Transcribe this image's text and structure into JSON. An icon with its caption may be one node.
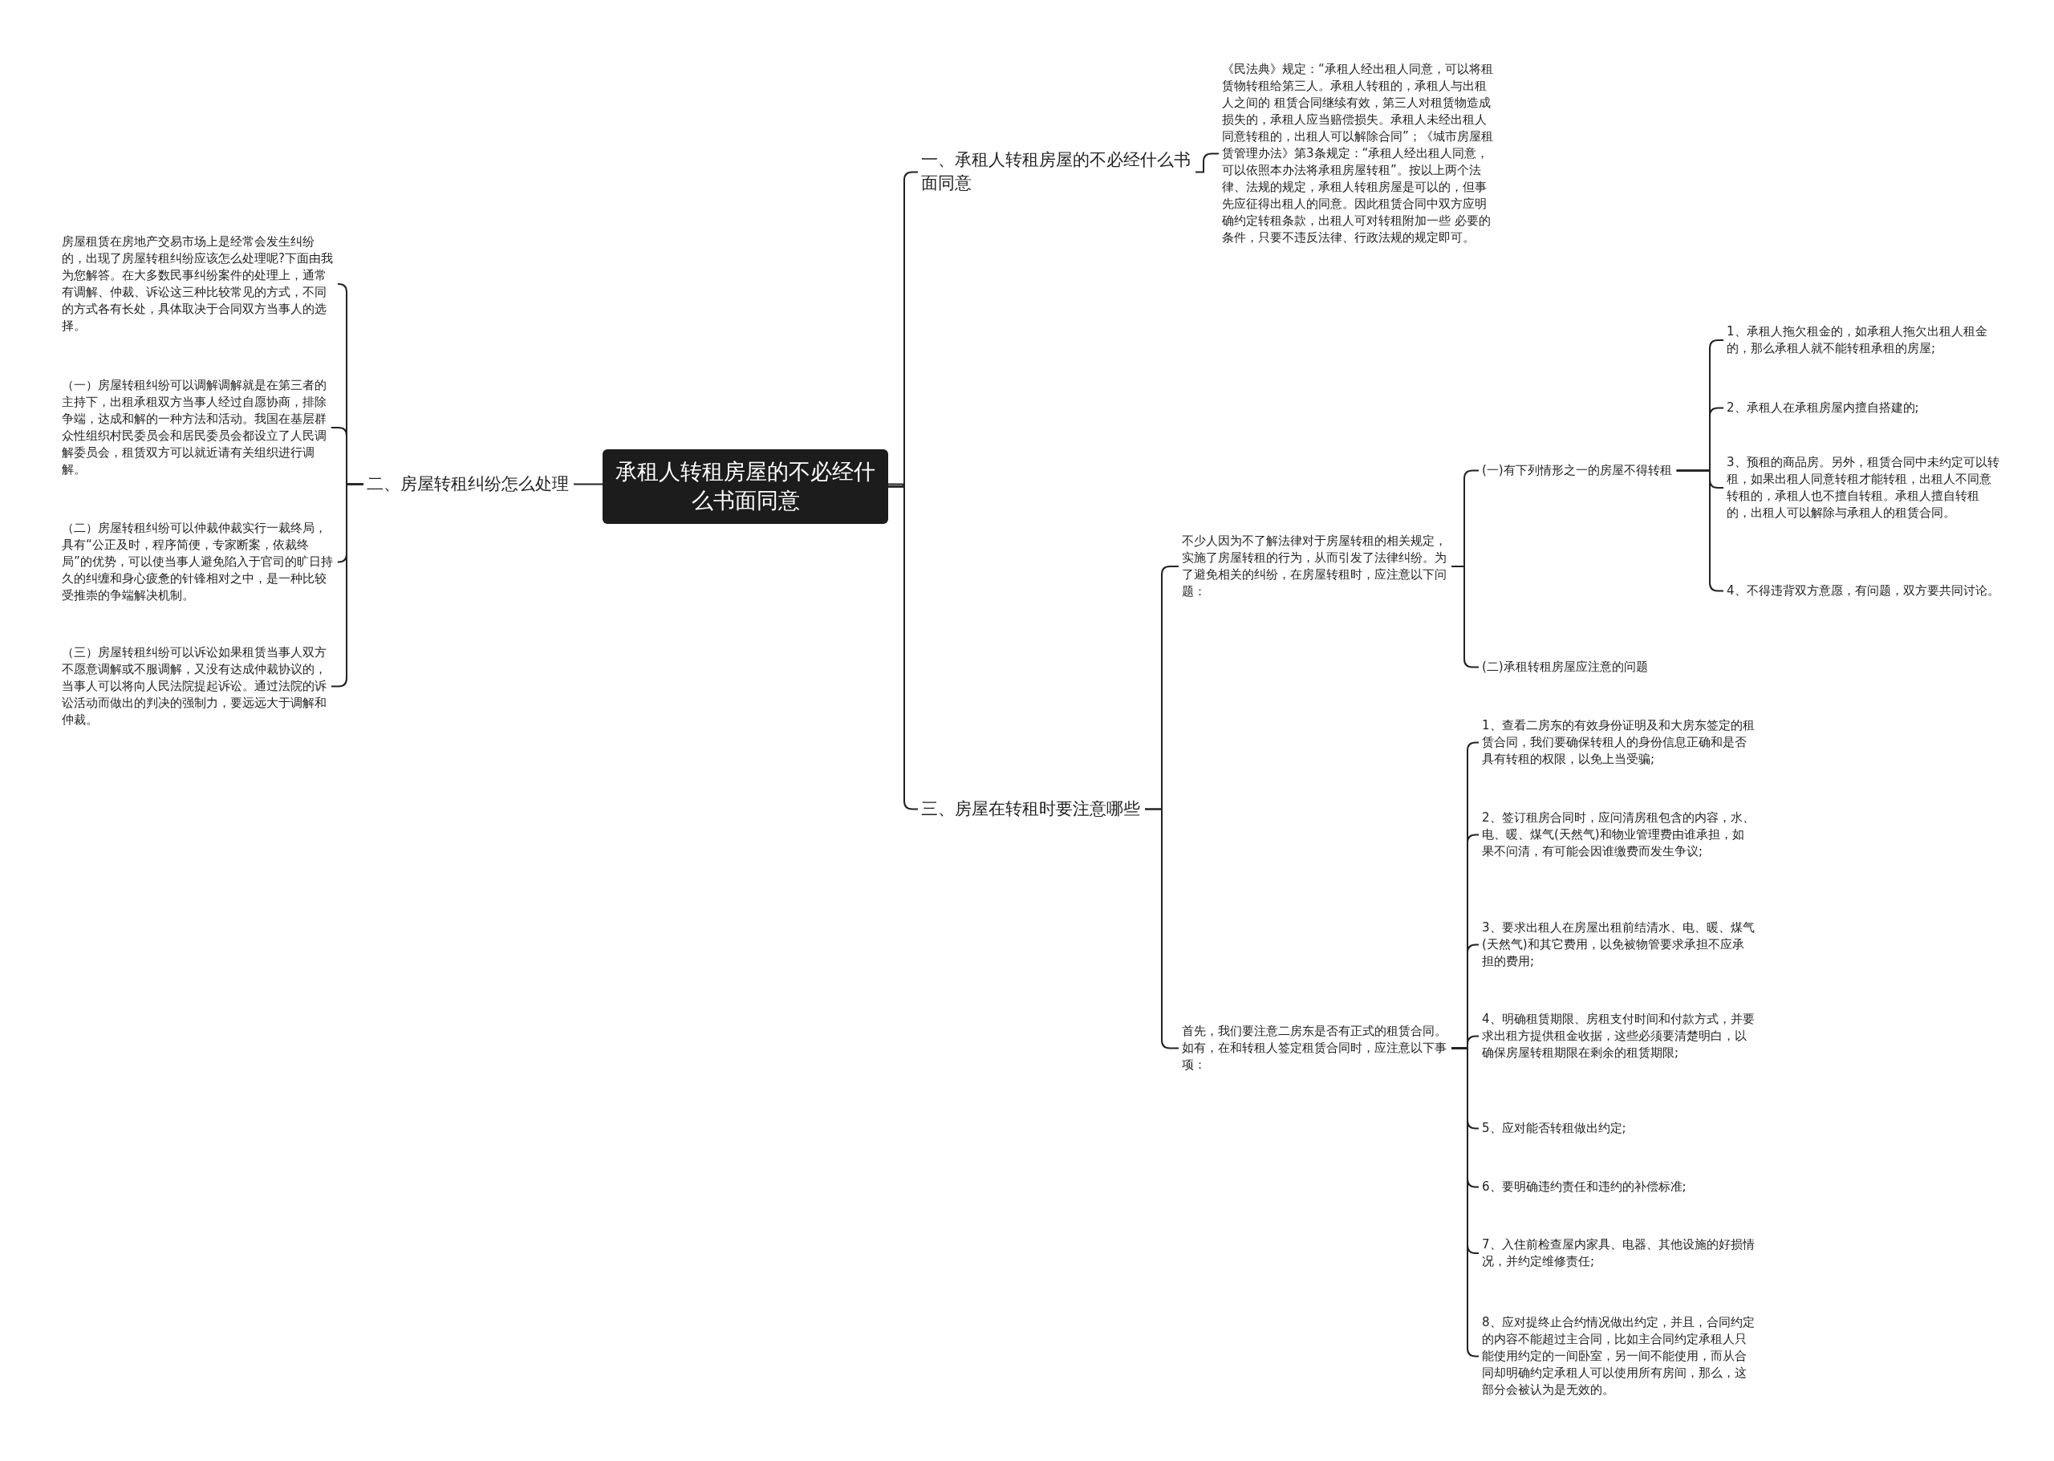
{
  "diagram": {
    "nodes": [
      {
        "text": [
          "承租人转租房屋的不必经什么书面同意"
        ]
      },
      {
        "text": [
          "一、承租人转租房屋的不必经什么书面同意"
        ]
      },
      {
        "text": [
          "《民法典》规定：“承租人经出租人同意，可以将租赁物转租给第三人。承租人转租的，承租人与出租人之间的 租赁合同继续有效，第三人对租赁物造成损失的，承租人应当赔偿损失。承租人未经出租人同意转租的，出租人可以解除合同”；《城市房屋租赁管理办法》第3条规定：“承租人经出租人同意，可以依照本办法将承租房屋转租”。按以上两个法律、法规的规定，承租人转租房屋是可以的，但事先应征得出租人的同意。因此租赁合同中双方应明确约定转租条款，出租人可对转租附加一些 必要的条件，只要不违反法律、行政法规的规定即可。"
        ]
      },
      {
        "text": [
          "二、房屋转租纠纷怎么处理"
        ]
      },
      {
        "text": [
          "房屋租赁在房地产交易市场上是经常会发生纠纷的，出现了房屋转租纠纷应该怎么处理呢?下面由我为您解答。在大多数民事纠纷案件的处理上，通常有调解、仲裁、诉讼这三种比较常见的方式，不同的方式各有长处，具体取决于合同双方当事人的选择。"
        ]
      },
      {
        "text": [
          "（一）房屋转租纠纷可以调解调解就是在第三者的主持下，出租承租双方当事人经过自愿协商，排除争端，达成和解的一种方法和活动。我国在基层群众性组织村民委员会和居民委员会都设立了人民调解委员会，租赁双方可以就近请有关组织进行调解。"
        ]
      },
      {
        "text": [
          "（二）房屋转租纠纷可以仲裁仲裁实行一裁终局，具有“公正及时，程序简便，专家断案，依裁终局”的优势，可以使当事人避免陷入于官司的旷日持久的纠缠和身心疲惫的针锋相对之中，是一种比较受推崇的争端解决机制。"
        ]
      },
      {
        "text": [
          "（三）房屋转租纠纷可以诉讼如果租赁当事人双方不愿意调解或不服调解，又没有达成仲裁协议的，当事人可以将向人民法院提起诉讼。通过法院的诉讼活动而做出的判决的强制力，要远远大于调解和仲裁。"
        ]
      },
      {
        "text": [
          "三、房屋在转租时要注意哪些"
        ]
      },
      {
        "text": [
          "不少人因为不了解法律对于房屋转租的相关规定，实施了房屋转租的行为，从而引发了法律纠纷。为了避免相关的纠纷，在房屋转租时，应注意以下问题："
        ]
      },
      {
        "text": [
          "(一)有下列情形之一的房屋不得转租"
        ]
      },
      {
        "text": [
          "1、承租人拖欠租金的，如承租人拖欠出租人租金的，那么承租人就不能转租承租的房屋;"
        ]
      },
      {
        "text": [
          "2、承租人在承租房屋内擅自搭建的;"
        ]
      },
      {
        "text": [
          "3、预租的商品房。另外，租赁合同中未约定可以转租，如果出租人同意转租才能转租，出租人不同意转租的，承租人也不擅自转租。承租人擅自转租的，出租人可以解除与承租人的租赁合同。"
        ]
      },
      {
        "text": [
          "4、不得违背双方意愿，有问题，双方要共同讨论。"
        ]
      },
      {
        "text": [
          "(二)承租转租房屋应注意的问题"
        ]
      },
      {
        "text": [
          "首先，我们要注意二房东是否有正式的租赁合同。如有，在和转租人签定租赁合同时，应注意以下事项："
        ]
      },
      {
        "text": [
          "1、查看二房东的有效身份证明及和大房东签定的租赁合同，我们要确保转租人的身份信息正确和是否具有转租的权限，以免上当受骗;"
        ]
      },
      {
        "text": [
          "2、签订租房合同时，应问清房租包含的内容，水、电、暖、煤气(天然气)和物业管理费由谁承担，如果不问清，有可能会因谁缴费而发生争议;"
        ]
      },
      {
        "text": [
          "3、要求出租人在房屋出租前结清水、电、暖、煤气(天然气)和其它费用，以免被物管要求承担不应承担的费用;"
        ]
      },
      {
        "text": [
          "4、明确租赁期限、房租支付时间和付款方式，并要求出租方提供租金收据，这些必须要清楚明白，以确保房屋转租期限在剩余的租赁期限;"
        ]
      },
      {
        "text": [
          "5、应对能否转租做出约定;"
        ]
      },
      {
        "text": [
          "6、要明确违约责任和违约的补偿标准;"
        ]
      },
      {
        "text": [
          "7、入住前检查屋内家具、电器、其他设施的好损情况，并约定维修责任;"
        ]
      },
      {
        "text": [
          "8、应对提终止合约情况做出约定，并且，合同约定的内容不能超过主合同，比如主合同约定承租人只能使用约定的一间卧室，另一间不能使用，而从合同却明确约定承租人可以使用所有房间，那么，这部分会被认为是无效的。"
        ]
      }
    ],
    "edges": [
      {
        "from": 0,
        "to": 1,
        "arrow": "none"
      },
      {
        "from": 1,
        "to": 2,
        "arrow": "none"
      },
      {
        "from": 0,
        "to": 3,
        "arrow": "none"
      },
      {
        "from": 3,
        "to": 4,
        "arrow": "none"
      },
      {
        "from": 3,
        "to": 5,
        "arrow": "none"
      },
      {
        "from": 3,
        "to": 6,
        "arrow": "none"
      },
      {
        "from": 3,
        "to": 7,
        "arrow": "none"
      },
      {
        "from": 0,
        "to": 8,
        "arrow": "none"
      },
      {
        "from": 8,
        "to": 9,
        "arrow": "none"
      },
      {
        "from": 9,
        "to": 10,
        "arrow": "none"
      },
      {
        "from": 10,
        "to": 11,
        "arrow": "none"
      },
      {
        "from": 10,
        "to": 12,
        "arrow": "none"
      },
      {
        "from": 10,
        "to": 13,
        "arrow": "none"
      },
      {
        "from": 10,
        "to": 14,
        "arrow": "none"
      },
      {
        "from": 9,
        "to": 15,
        "arrow": "none"
      },
      {
        "from": 8,
        "to": 16,
        "arrow": "none"
      },
      {
        "from": 16,
        "to": 17,
        "arrow": "none"
      },
      {
        "from": 16,
        "to": 18,
        "arrow": "none"
      },
      {
        "from": 16,
        "to": 19,
        "arrow": "none"
      },
      {
        "from": 16,
        "to": 20,
        "arrow": "none"
      },
      {
        "from": 16,
        "to": 21,
        "arrow": "none"
      },
      {
        "from": 16,
        "to": 22,
        "arrow": "none"
      },
      {
        "from": 16,
        "to": 23,
        "arrow": "none"
      },
      {
        "from": 16,
        "to": 24,
        "arrow": "none"
      }
    ]
  }
}
